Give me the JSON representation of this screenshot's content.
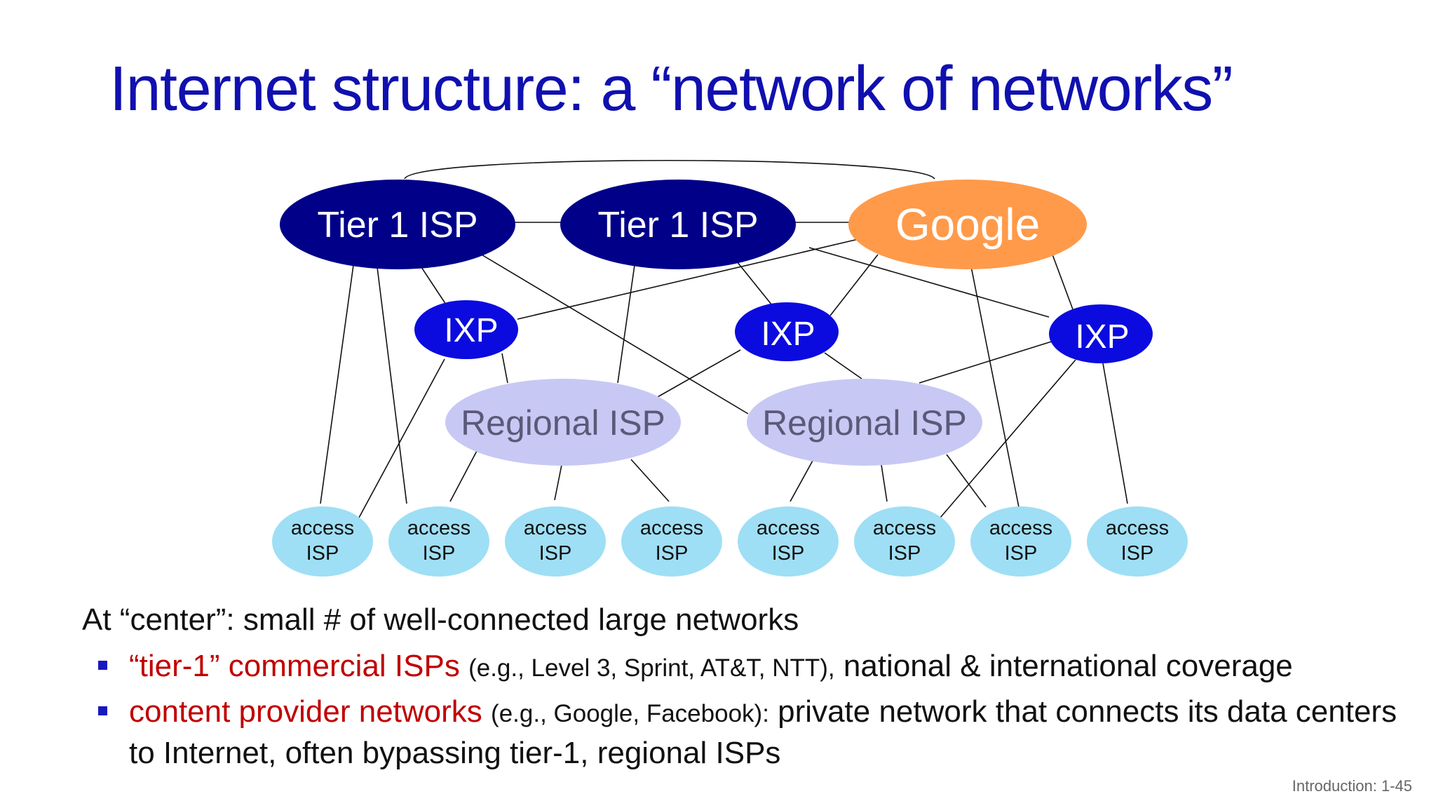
{
  "title": "Internet structure: a “network of networks”",
  "diagram": {
    "tier1_a": "Tier 1 ISP",
    "tier1_b": "Tier 1 ISP",
    "google": "Google",
    "ixp_1": "IXP",
    "ixp_2": "IXP",
    "ixp_3": "IXP",
    "regional_1": "Regional ISP",
    "regional_2": "Regional ISP",
    "access_word": "access",
    "access_isp_word": "ISP",
    "colors": {
      "tier1": "#000088",
      "google": "#ff9a4a",
      "ixp": "#0b0be0",
      "regional": "#c8c8f5",
      "access": "#9edff5",
      "link": "#111111"
    }
  },
  "text": {
    "lead": "At “center”: small # of well-connected large networks",
    "bullet1": {
      "red": "“tier-1” commercial ISPs",
      "small": "(e.g., Level 3, Sprint, AT&T, NTT),",
      "rest": "national & international coverage"
    },
    "bullet2": {
      "red": "content provider networks",
      "small": "(e.g., Google, Facebook):",
      "rest": "private network that connects its data centers to Internet, often bypassing tier-1, regional ISPs"
    }
  },
  "footer": "Introduction: 1-45"
}
